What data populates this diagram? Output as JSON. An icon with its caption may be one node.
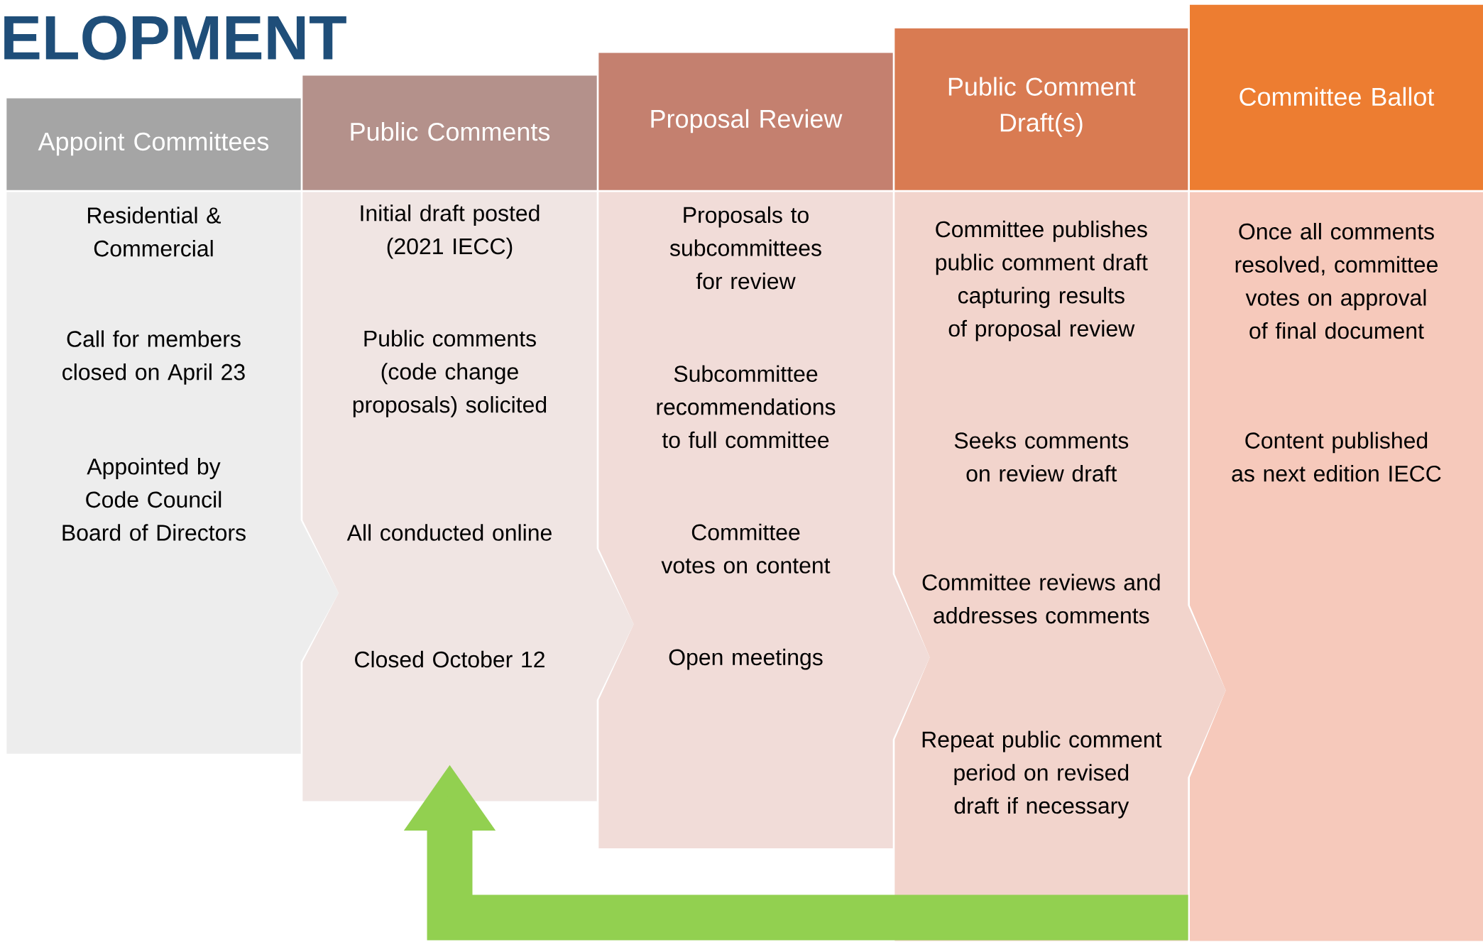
{
  "diagram": {
    "title": "ELOPMENT",
    "nodes": [
      {
        "text": [
          "Appoint Committees",
          "Residential & Commercial",
          "Call for members closed on April 23",
          "Appointed by Code Council Board of Directors"
        ]
      },
      {
        "text": [
          "Public Comments",
          "Initial draft posted (2021 IECC)",
          "Public comments (code change proposals) solicited",
          "All conducted online",
          "Closed October 12"
        ]
      },
      {
        "text": [
          "Proposal Review",
          "Proposals to subcommittees for review",
          "Subcommittee recommendations to full committee",
          "Committee votes on content",
          "Open meetings"
        ]
      },
      {
        "text": [
          "Public Comment Draft(s)",
          "Committee publishes public comment draft capturing results of proposal review",
          "Seeks comments on review draft",
          "Committee reviews and addresses comments",
          "Repeat public comment period on revised draft if necessary"
        ]
      },
      {
        "text": [
          "Committee Ballot",
          "Once all comments resolved, committee votes on approval of final document",
          "Content published as next edition IECC"
        ]
      }
    ],
    "edges": [
      {
        "from": 3,
        "to": 1,
        "arrow": "to",
        "color": "#92d050"
      }
    ]
  }
}
